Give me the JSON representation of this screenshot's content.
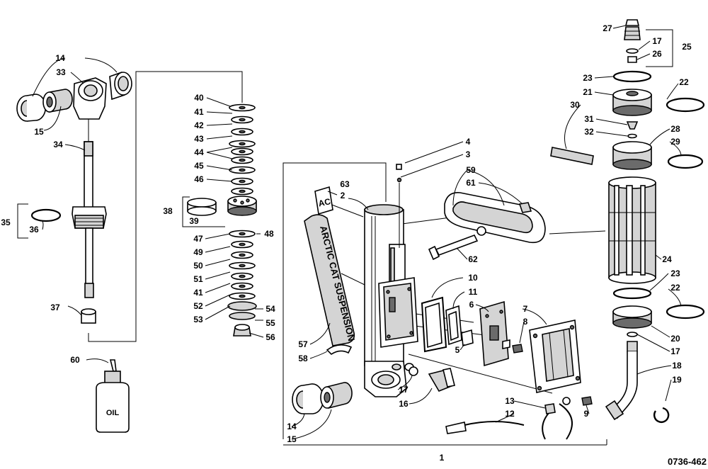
{
  "diagram_code": "0736-462",
  "colors": {
    "line": "#000000",
    "shade": "#d4d4d4",
    "dark": "#6b6b6b",
    "background": "#ffffff"
  },
  "bottle_label": "OIL",
  "decal_text": "ARCTIC CAT SUSPENSION",
  "decal_logo": "AC",
  "callouts": [
    {
      "id": "c14a",
      "label": "14"
    },
    {
      "id": "c33",
      "label": "33"
    },
    {
      "id": "c15a",
      "label": "15"
    },
    {
      "id": "c34",
      "label": "34"
    },
    {
      "id": "c35",
      "label": "35"
    },
    {
      "id": "c36",
      "label": "36"
    },
    {
      "id": "c37",
      "label": "37"
    },
    {
      "id": "c60",
      "label": "60"
    },
    {
      "id": "c40",
      "label": "40"
    },
    {
      "id": "c41a",
      "label": "41"
    },
    {
      "id": "c42",
      "label": "42"
    },
    {
      "id": "c43",
      "label": "43"
    },
    {
      "id": "c44",
      "label": "44"
    },
    {
      "id": "c45",
      "label": "45"
    },
    {
      "id": "c46",
      "label": "46"
    },
    {
      "id": "c38",
      "label": "38"
    },
    {
      "id": "c39",
      "label": "39"
    },
    {
      "id": "c47",
      "label": "47"
    },
    {
      "id": "c48",
      "label": "48"
    },
    {
      "id": "c49",
      "label": "49"
    },
    {
      "id": "c50",
      "label": "50"
    },
    {
      "id": "c51",
      "label": "51"
    },
    {
      "id": "c41b",
      "label": "41"
    },
    {
      "id": "c52",
      "label": "52"
    },
    {
      "id": "c53",
      "label": "53"
    },
    {
      "id": "c54",
      "label": "54"
    },
    {
      "id": "c55",
      "label": "55"
    },
    {
      "id": "c56",
      "label": "56"
    },
    {
      "id": "c63",
      "label": "63"
    },
    {
      "id": "c2",
      "label": "2"
    },
    {
      "id": "c4",
      "label": "4"
    },
    {
      "id": "c3",
      "label": "3"
    },
    {
      "id": "c59",
      "label": "59"
    },
    {
      "id": "c61",
      "label": "61"
    },
    {
      "id": "c62",
      "label": "62"
    },
    {
      "id": "c10",
      "label": "10"
    },
    {
      "id": "c11",
      "label": "11"
    },
    {
      "id": "c6",
      "label": "6"
    },
    {
      "id": "c7",
      "label": "7"
    },
    {
      "id": "c8",
      "label": "8"
    },
    {
      "id": "c5",
      "label": "5"
    },
    {
      "id": "c57",
      "label": "57"
    },
    {
      "id": "c58",
      "label": "58"
    },
    {
      "id": "c17a",
      "label": "17"
    },
    {
      "id": "c16",
      "label": "16"
    },
    {
      "id": "c14b",
      "label": "14"
    },
    {
      "id": "c15b",
      "label": "15"
    },
    {
      "id": "c13",
      "label": "13"
    },
    {
      "id": "c12",
      "label": "12"
    },
    {
      "id": "c9",
      "label": "9"
    },
    {
      "id": "c1",
      "label": "1"
    },
    {
      "id": "c27",
      "label": "27"
    },
    {
      "id": "c17b",
      "label": "17"
    },
    {
      "id": "c26",
      "label": "26"
    },
    {
      "id": "c25",
      "label": "25"
    },
    {
      "id": "c23a",
      "label": "23"
    },
    {
      "id": "c22a",
      "label": "22"
    },
    {
      "id": "c21",
      "label": "21"
    },
    {
      "id": "c30",
      "label": "30"
    },
    {
      "id": "c31",
      "label": "31"
    },
    {
      "id": "c32",
      "label": "32"
    },
    {
      "id": "c28",
      "label": "28"
    },
    {
      "id": "c29",
      "label": "29"
    },
    {
      "id": "c24",
      "label": "24"
    },
    {
      "id": "c23b",
      "label": "23"
    },
    {
      "id": "c22b",
      "label": "22"
    },
    {
      "id": "c20",
      "label": "20"
    },
    {
      "id": "c17c",
      "label": "17"
    },
    {
      "id": "c18",
      "label": "18"
    },
    {
      "id": "c19",
      "label": "19"
    }
  ]
}
